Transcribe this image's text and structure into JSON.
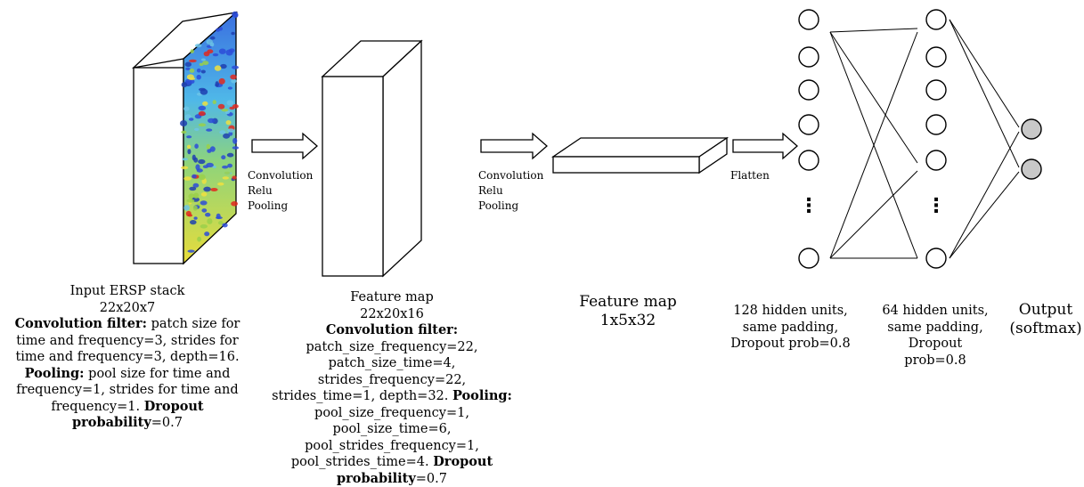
{
  "colors": {
    "stroke": "#000000",
    "face": "#ffffff",
    "output_node_fill": "#c8c8c8",
    "heatmap_low": "#2b4cd8",
    "heatmap_mid": "#9ad04a",
    "heatmap_high": "#e0281e"
  },
  "stage_labels": {
    "op1": {
      "line1": "Convolution",
      "line2": "Relu",
      "line3": "Pooling"
    },
    "op2": {
      "line1": "Convolution",
      "line2": "Relu",
      "line3": "Pooling"
    },
    "op3": "Flatten"
  },
  "blocks": {
    "input": {
      "title": "Input ERSP stack",
      "dims": "22x20x7",
      "conv_bold": "Convolution filter:",
      "conv_text_a": " patch size for",
      "conv_line2": "time and frequency=3, strides for",
      "conv_line3": "time and frequency=3, depth=16.",
      "pool_bold": "Pooling:",
      "pool_text_a": " pool size for time and",
      "pool_line2": "frequency=1, strides for time and",
      "pool_line3a": "frequency=1. ",
      "dropout_bold_a": "Dropout",
      "dropout_bold_b": "probability",
      "dropout_value": "=0.7"
    },
    "feature1": {
      "title": "Feature map",
      "dims": "22x20x16",
      "conv_bold": "Convolution filter:",
      "line1": "patch_size_frequency=22,",
      "line2": "patch_size_time=4, strides_frequency=22,",
      "line3a": "strides_time=1, depth=32. ",
      "pool_bold": "Pooling:",
      "line4": "pool_size_frequency=1, pool_size_time=6,",
      "line5": "pool_strides_frequency=1,",
      "line6a": "pool_strides_time=4. ",
      "dropout_bold_a": "Dropout",
      "dropout_bold_b": "probability",
      "dropout_value": "=0.7"
    },
    "feature2": {
      "title": "Feature map",
      "dims": "1x5x32"
    },
    "dense1": {
      "line1": "128 hidden units,",
      "line2": "same padding,",
      "line3": "Dropout prob=0.8"
    },
    "dense2": {
      "line1": "64 hidden units,",
      "line2": "same padding,",
      "line3": "Dropout",
      "line4": "prob=0.8"
    },
    "output": {
      "line1": "Output",
      "line2": "(softmax)"
    }
  },
  "ellipsis": "⋮"
}
